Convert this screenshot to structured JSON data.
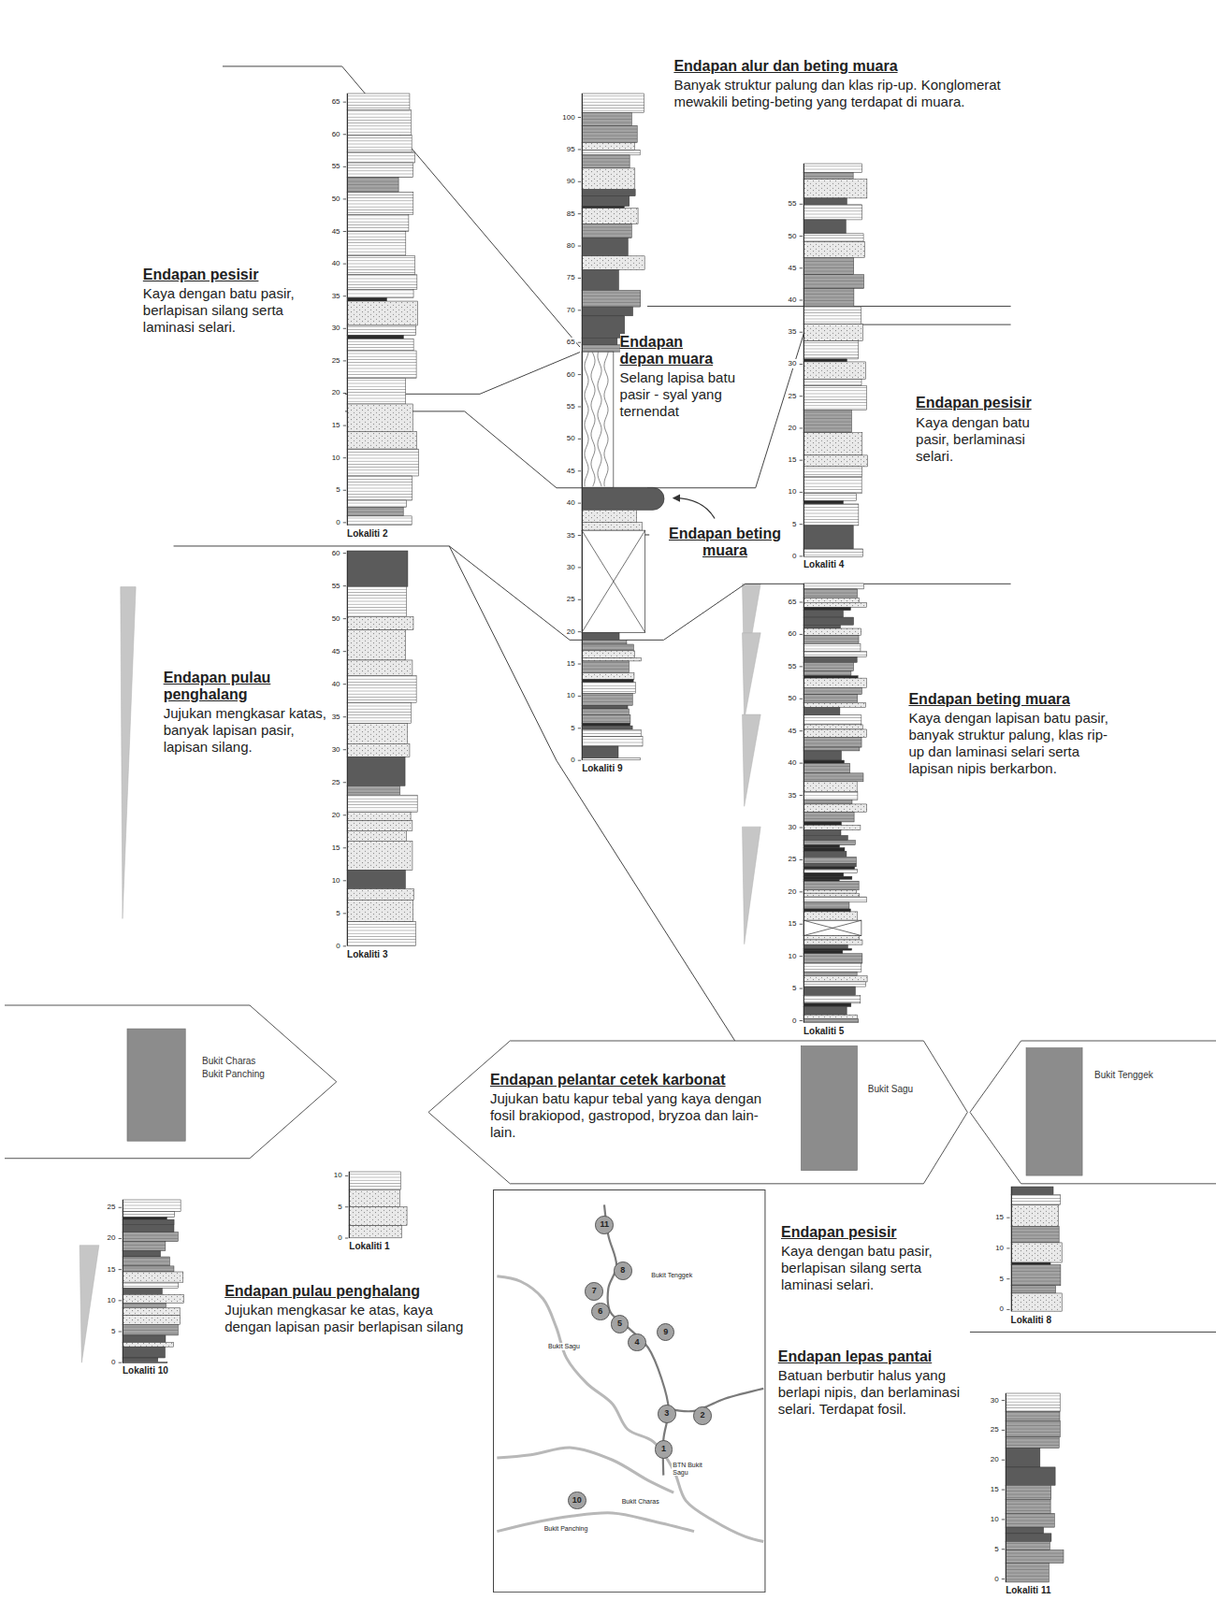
{
  "diagram": {
    "nodes": [
      {
        "text": [
          "Lokaliti 2"
        ]
      },
      {
        "text": [
          "Lokaliti 9"
        ]
      },
      {
        "text": [
          "Lokaliti 4"
        ]
      },
      {
        "text": [
          "Lokaliti 3"
        ]
      },
      {
        "text": [
          "Lokaliti 5"
        ]
      },
      {
        "text": [
          "Bukit Charas",
          "Bukit Panching"
        ]
      },
      {
        "text": [
          "Endapan pelantar cetek karbonat",
          "Jujukan batu kapur tebal yang kaya dengan fosil brakiopod, gastropod, bryzoa dan lain-lain.",
          "Bukit Sagu"
        ]
      },
      {
        "text": [
          "Bukit Tenggek"
        ]
      },
      {
        "text": [
          "Lokaliti 10"
        ]
      },
      {
        "text": [
          "Lokaliti 1"
        ]
      },
      {
        "text": [
          "Bukit Tenggek",
          "Bukit Sagu",
          "BTN Bukit Sagu",
          "Bukit Charas",
          "Bukit Panching"
        ]
      },
      {
        "text": [
          "11"
        ],
        "in": 10
      },
      {
        "text": [
          "8"
        ],
        "in": 10
      },
      {
        "text": [
          "7"
        ],
        "in": 10
      },
      {
        "text": [
          "6"
        ],
        "in": 10
      },
      {
        "text": [
          "5"
        ],
        "in": 10
      },
      {
        "text": [
          "9"
        ],
        "in": 10
      },
      {
        "text": [
          "4"
        ],
        "in": 10
      },
      {
        "text": [
          "3"
        ],
        "in": 10
      },
      {
        "text": [
          "2"
        ],
        "in": 10
      },
      {
        "text": [
          "1"
        ],
        "in": 10
      },
      {
        "text": [
          "10"
        ],
        "in": 10
      },
      {
        "text": [
          "Lokaliti 8"
        ]
      },
      {
        "text": [
          "Lokaliti 11"
        ]
      }
    ],
    "labels": [
      "Endapan alur dan beting muara",
      "Banyak struktur palung dan klas rip-up. Konglomerat mewakili beting-beting yang terdapat di muara.",
      "Endapan pesisir",
      "Kaya dengan batu pasir, berlapisan silang serta laminasi selari.",
      "Endapan depan muara",
      "Selang lapisa batu pasir - syal yang ternendat",
      "Endapan pesisir",
      "Kaya dengan batu pasir, berlaminasi selari.",
      "Endapan beting muara",
      "Endapan pulau penghalang",
      "Jujukan mengkasar katas, banyak lapisan pasir, lapisan silang.",
      "Endapan beting muara",
      "Kaya dengan lapisan batu pasir, banyak struktur palung, klas rip-up dan laminasi selari serta lapisan nipis berkarbon.",
      "Endapan pulau penghalang",
      "Jujukan mengkasar ke atas, kaya dengan lapisan pasir berlapisan silang",
      "Endapan pesisir",
      "Kaya dengan batu pasir, berlapisan silang serta laminasi selari.",
      "Endapan lepas pantai",
      "Batuan berbutir halus yang berlapi nipis, dan berlaminasi selari. Terdapat fosil.",
      "65",
      "60",
      "55",
      "50",
      "45",
      "40",
      "35",
      "30",
      "25",
      "20",
      "15",
      "10",
      "5",
      "0",
      "100",
      "95",
      "90",
      "85",
      "80",
      "75",
      "70",
      "65",
      "60",
      "55",
      "50",
      "45",
      "40",
      "35",
      "30",
      "25",
      "20",
      "15",
      "10",
      "5",
      "0",
      "55",
      "50",
      "45",
      "40",
      "35",
      "30",
      "25",
      "20",
      "15",
      "10",
      "5",
      "0",
      "60",
      "55",
      "50",
      "45",
      "40",
      "35",
      "30",
      "25",
      "20",
      "15",
      "10",
      "5",
      "0",
      "65",
      "60",
      "55",
      "50",
      "45",
      "40",
      "35",
      "30",
      "25",
      "20",
      "15",
      "10",
      "5",
      "0",
      "25",
      "20",
      "15",
      "10",
      "5",
      "0",
      "10",
      "5",
      "0",
      "15",
      "10",
      "5",
      "0",
      "30",
      "25",
      "20",
      "15",
      "10",
      "5",
      "0"
    ]
  }
}
